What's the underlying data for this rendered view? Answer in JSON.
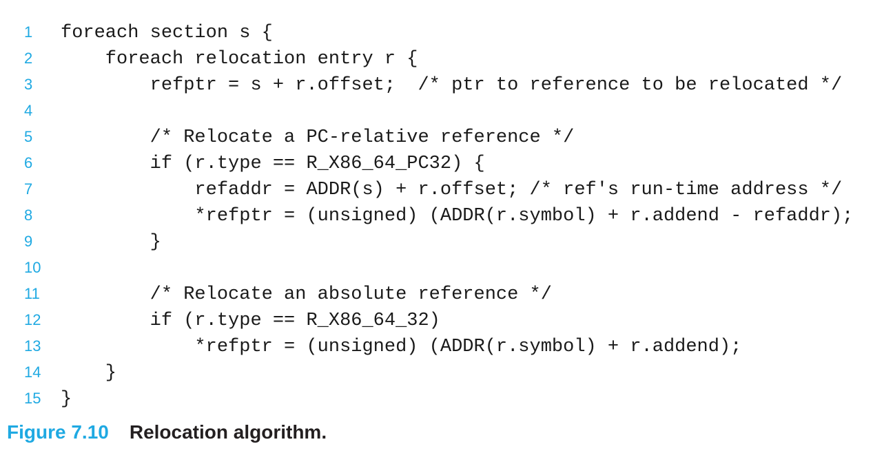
{
  "figure": {
    "label": "Figure 7.10",
    "caption": "Relocation algorithm."
  },
  "colors": {
    "accent_cyan": "#1FA9E2",
    "code_ink": "#1A1A1A",
    "caption_ink": "#231F20",
    "background": "#FFFFFF"
  },
  "code_listing": {
    "language": "c-pseudocode",
    "lines": [
      {
        "number": "1",
        "code": "foreach section s {"
      },
      {
        "number": "2",
        "code": "    foreach relocation entry r {"
      },
      {
        "number": "3",
        "code": "        refptr = s + r.offset;  /* ptr to reference to be relocated */"
      },
      {
        "number": "4",
        "code": ""
      },
      {
        "number": "5",
        "code": "        /* Relocate a PC-relative reference */"
      },
      {
        "number": "6",
        "code": "        if (r.type == R_X86_64_PC32) {"
      },
      {
        "number": "7",
        "code": "            refaddr = ADDR(s) + r.offset; /* ref's run-time address */"
      },
      {
        "number": "8",
        "code": "            *refptr = (unsigned) (ADDR(r.symbol) + r.addend - refaddr);"
      },
      {
        "number": "9",
        "code": "        }"
      },
      {
        "number": "10",
        "code": ""
      },
      {
        "number": "11",
        "code": "        /* Relocate an absolute reference */"
      },
      {
        "number": "12",
        "code": "        if (r.type == R_X86_64_32)"
      },
      {
        "number": "13",
        "code": "            *refptr = (unsigned) (ADDR(r.symbol) + r.addend);"
      },
      {
        "number": "14",
        "code": "    }"
      },
      {
        "number": "15",
        "code": "}"
      }
    ]
  }
}
